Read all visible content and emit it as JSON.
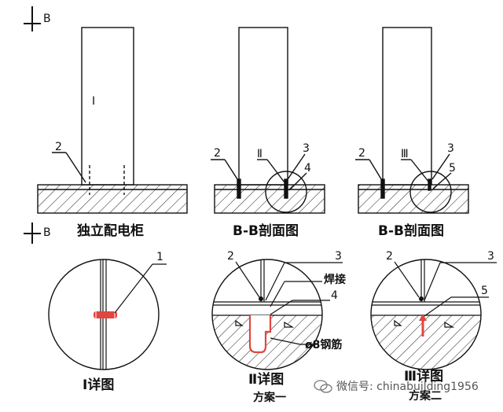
{
  "section_marks": {
    "top": "B",
    "bottom": "B"
  },
  "panels": {
    "cabinet": {
      "title": "独立配电柜",
      "callout_2": "2",
      "door_mark": "I"
    },
    "section_a": {
      "title": "B-B剖面图",
      "callout_2": "2",
      "callout_3": "3",
      "callout_4": "4",
      "detail_mark": "Ⅱ"
    },
    "section_b": {
      "title": "B-B剖面图",
      "callout_2": "2",
      "callout_3": "3",
      "callout_5": "5",
      "detail_mark": "Ⅲ"
    }
  },
  "details": {
    "d1": {
      "title": "Ⅰ详图",
      "callout_1": "1"
    },
    "d2": {
      "title": "Ⅱ详图",
      "subtitle": "方案一",
      "callout_2": "2",
      "callout_3": "3",
      "callout_4": "4",
      "weld": "焊接",
      "rebar": "ø8钢筋"
    },
    "d3": {
      "title": "Ⅲ详图",
      "subtitle": "方案二",
      "callout_2": "2",
      "callout_3": "3",
      "callout_5": "5"
    }
  },
  "watermark": {
    "text": "微信号: chinabuilding1956"
  },
  "colors": {
    "line": "#111111",
    "accent": "#e0463f"
  }
}
